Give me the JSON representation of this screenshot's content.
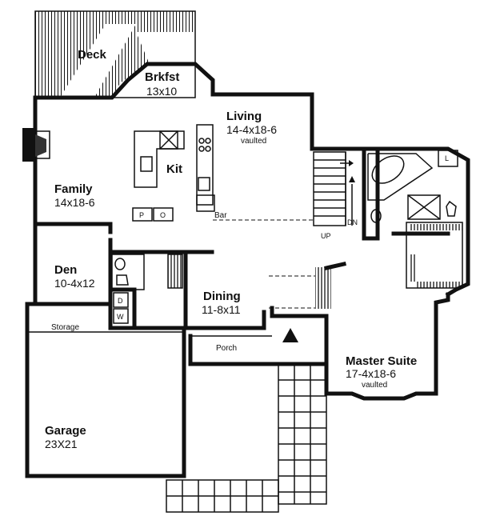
{
  "rooms": {
    "deck": {
      "name": "Deck"
    },
    "brkfst": {
      "name": "Brkfst",
      "size": "13x10"
    },
    "living": {
      "name": "Living",
      "size": "14-4x18-6",
      "note": "vaulted"
    },
    "kit": {
      "name": "Kit"
    },
    "family": {
      "name": "Family",
      "size": "14x18-6"
    },
    "den": {
      "name": "Den",
      "size": "10-4x12"
    },
    "dining": {
      "name": "Dining",
      "size": "11-8x11"
    },
    "master": {
      "name": "Master Suite",
      "size": "17-4x18-6",
      "note": "vaulted"
    },
    "garage": {
      "name": "Garage",
      "size": "23X21"
    },
    "storage": {
      "name": "Storage"
    },
    "porch": {
      "name": "Porch"
    }
  },
  "labels": {
    "bar": "Bar",
    "up": "UP",
    "dn": "DN",
    "pantry": "P",
    "oven": "O",
    "dryer": "D",
    "washer": "W",
    "linen": "L"
  }
}
